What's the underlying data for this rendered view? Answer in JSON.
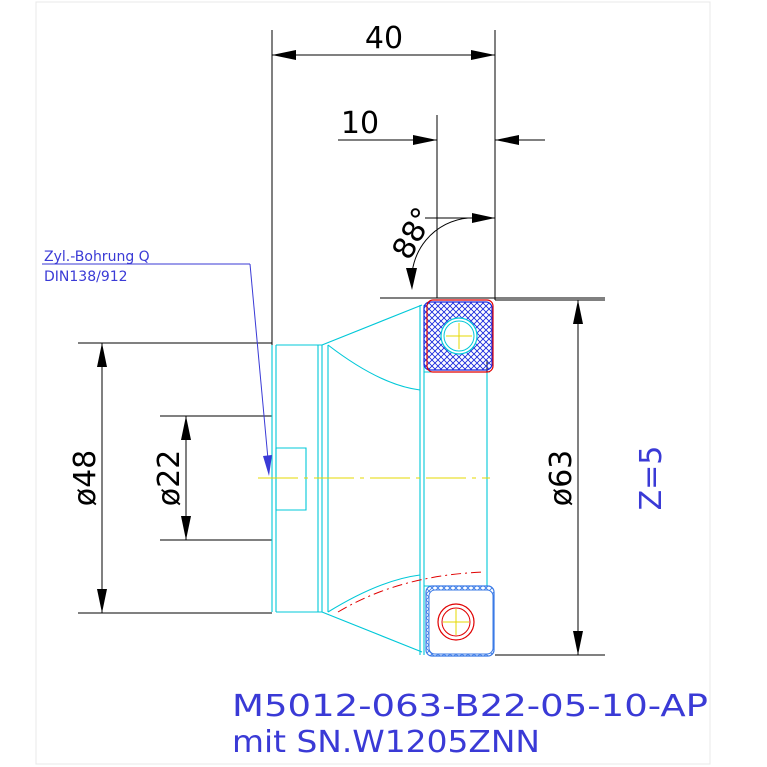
{
  "dimensions": {
    "width_total": "40",
    "width_insert": "10",
    "angle": "88°",
    "dia_hub": "ø48",
    "dia_bore": "ø22",
    "dia_cutter": "ø63"
  },
  "annotation": {
    "line1": "Zyl.-Bohrung Q",
    "line2": "DIN138/912"
  },
  "teeth": "Z=5",
  "part": {
    "code": "M5012-063-B22-05-10-AP",
    "insert": "mit SN.W1205ZNN"
  },
  "colors": {
    "outline": "#00c8d8",
    "dimension": "#000000",
    "annotation": "#3a3ad6",
    "centerline": "#e6d800",
    "insert_red": "#e00000",
    "hatch_blue": "#1a2adc"
  }
}
